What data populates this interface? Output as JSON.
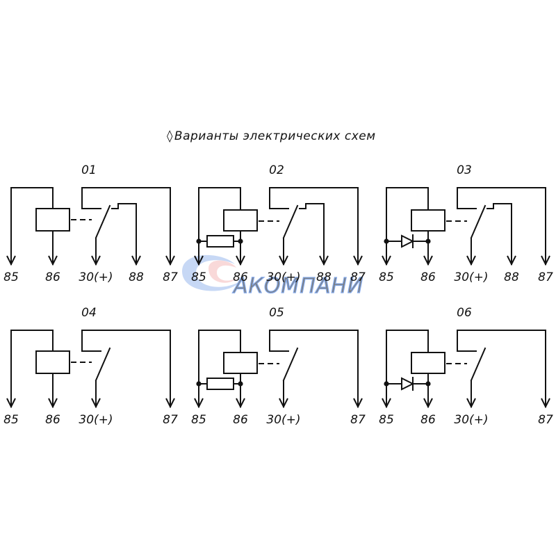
{
  "title": "Варианты электрических схем",
  "title_marker": "◊",
  "watermark": {
    "text": "АКОМПАНИ",
    "color": "#1e62d8"
  },
  "colors": {
    "line": "#111111"
  },
  "variants": [
    {
      "number": "01",
      "suppression": "none",
      "terminals": [
        "85",
        "86",
        "30(+)",
        "88",
        "87"
      ]
    },
    {
      "number": "02",
      "suppression": "resistor",
      "terminals": [
        "85",
        "86",
        "30(+)",
        "88",
        "87"
      ]
    },
    {
      "number": "03",
      "suppression": "diode",
      "terminals": [
        "85",
        "86",
        "30(+)",
        "88",
        "87"
      ]
    },
    {
      "number": "04",
      "suppression": "none",
      "terminals": [
        "85",
        "86",
        "30(+)",
        "87"
      ]
    },
    {
      "number": "05",
      "suppression": "resistor",
      "terminals": [
        "85",
        "86",
        "30(+)",
        "87"
      ]
    },
    {
      "number": "06",
      "suppression": "diode",
      "terminals": [
        "85",
        "86",
        "30(+)",
        "87"
      ]
    }
  ]
}
